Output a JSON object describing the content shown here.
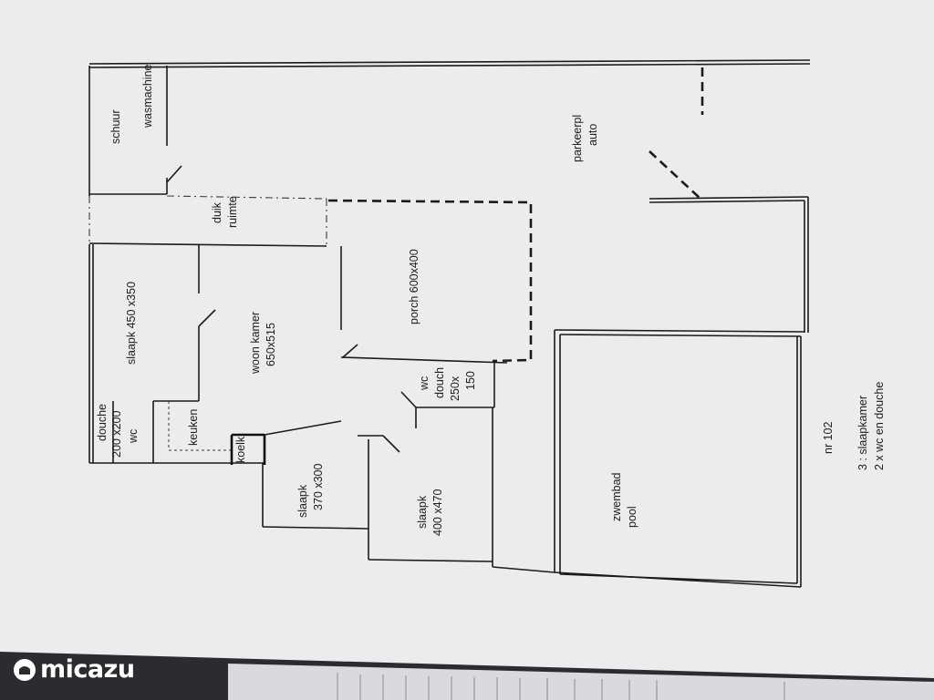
{
  "rooms": {
    "schuur": "schuur",
    "wasmachine": "wasmachine",
    "parkeerpl": "parkeerpl",
    "auto": "auto",
    "duik": "duik",
    "ruimte": "ruimte",
    "slaapk_main": "slaapk 450 x350",
    "porch": "porch 600x400",
    "woon_kamer": "woon kamer",
    "woon_size": "650x515",
    "wc1": "wc",
    "douch": "douch",
    "douch_size1": "250x",
    "douch_size2": "150",
    "douche": "douche",
    "douche_size": "200 x200",
    "wc2": "wc",
    "keuken": "keuken",
    "koelk": "koelk",
    "slaapk2": "slaapk",
    "slaapk2_size": "370 x300",
    "slaapk3": "slaapk",
    "slaapk3_size": "400 x470",
    "zwembad": "zwembad",
    "pool": "pool"
  },
  "notes": {
    "nr": "nr 102",
    "line1": "3 : slaapkamer",
    "line2": "2 x wc en douche"
  },
  "brand": {
    "name": "micazu"
  }
}
